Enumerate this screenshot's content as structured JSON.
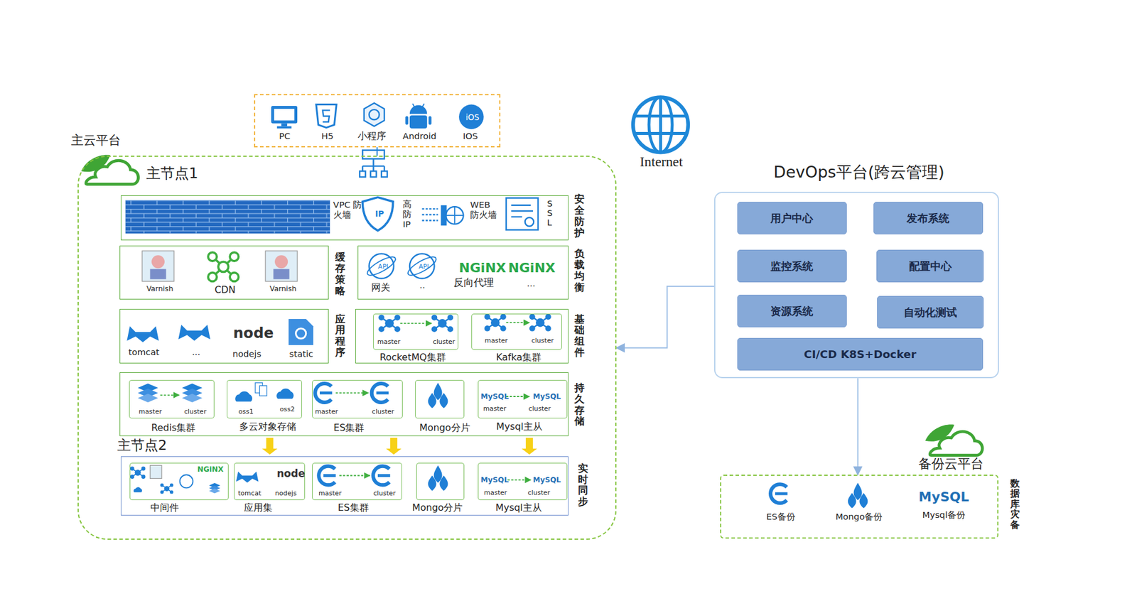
{
  "diagram": {
    "nodes": [
      {
        "text": [
          "PC",
          "H5",
          "小程序",
          "Android",
          "IOS",
          "iOS"
        ]
      },
      {
        "text": [
          "主云平台",
          "主节点1",
          "主节点2"
        ]
      },
      {
        "text": [
          "VPC 防火墙",
          "IP",
          "高防IP",
          "WEB 防火墙",
          "SSL",
          "安全防护"
        ],
        "in": 1
      },
      {
        "text": [
          "Varnish",
          "CDN",
          "Varnish",
          "缓存策略"
        ],
        "in": 1
      },
      {
        "text": [
          "API",
          "API",
          "网关",
          "..",
          "NGiNX",
          "NGiNX",
          "反向代理",
          "...",
          "负载均衡"
        ],
        "in": 1
      },
      {
        "text": [
          "tomcat",
          "...",
          "node",
          "nodejs",
          "static",
          "应用程序"
        ],
        "in": 1
      },
      {
        "text": [
          "基础组件"
        ],
        "in": 1
      },
      {
        "text": [
          "master",
          "cluster",
          "RocketMQ集群"
        ],
        "in": 6
      },
      {
        "text": [
          "master",
          "cluster",
          "Kafka集群"
        ],
        "in": 6
      },
      {
        "text": [
          "持久存储"
        ],
        "in": 1
      },
      {
        "text": [
          "master",
          "cluster",
          "Redis集群"
        ],
        "in": 9
      },
      {
        "text": [
          "oss1",
          "oss2",
          "多云对象存储"
        ],
        "in": 9
      },
      {
        "text": [
          "master",
          "cluster",
          "ES集群"
        ],
        "in": 9
      },
      {
        "text": [
          "Mongo分片"
        ],
        "in": 9
      },
      {
        "text": [
          "MySQL",
          "MySQL",
          "master",
          "cluster",
          "Mysql主从"
        ],
        "in": 9
      },
      {
        "text": [
          "实时同步"
        ],
        "in": 1
      },
      {
        "text": [
          "NGiNX",
          "中间件"
        ],
        "in": 15
      },
      {
        "text": [
          "tomcat",
          "node",
          "nodejs",
          "应用集"
        ],
        "in": 15
      },
      {
        "text": [
          "master",
          "cluster",
          "ES集群"
        ],
        "in": 15
      },
      {
        "text": [
          "Mongo分片"
        ],
        "in": 15
      },
      {
        "text": [
          "MySQL",
          "MySQL",
          "master",
          "cluster",
          "Mysql主从"
        ],
        "in": 15
      },
      {
        "text": [
          "DevOps平台(跨云管理)"
        ]
      },
      {
        "text": [
          "用户中心"
        ],
        "in": 21
      },
      {
        "text": [
          "发布系统"
        ],
        "in": 21
      },
      {
        "text": [
          "监控系统"
        ],
        "in": 21
      },
      {
        "text": [
          "配置中心"
        ],
        "in": 21
      },
      {
        "text": [
          "资源系统"
        ],
        "in": 21
      },
      {
        "text": [
          "自动化测试"
        ],
        "in": 21
      },
      {
        "text": [
          "CI/CD K8S+Docker"
        ],
        "in": 21
      },
      {
        "text": [
          "备份云平台",
          "ES备份",
          "Mongo备份",
          "MySQL",
          "Mysql备份",
          "数据库灾备"
        ]
      }
    ],
    "edges": [
      {
        "from": 0,
        "to": 1,
        "arrow": "none"
      },
      {
        "from": 21,
        "to": 1,
        "arrow": "to"
      },
      {
        "from": 21,
        "to": 29,
        "arrow": "to"
      },
      {
        "from": 9,
        "to": 15,
        "arrow": "to"
      },
      {
        "from": 9,
        "to": 15,
        "arrow": "to"
      },
      {
        "from": 9,
        "to": 15,
        "arrow": "to"
      }
    ],
    "labels": [
      "Internet"
    ]
  }
}
